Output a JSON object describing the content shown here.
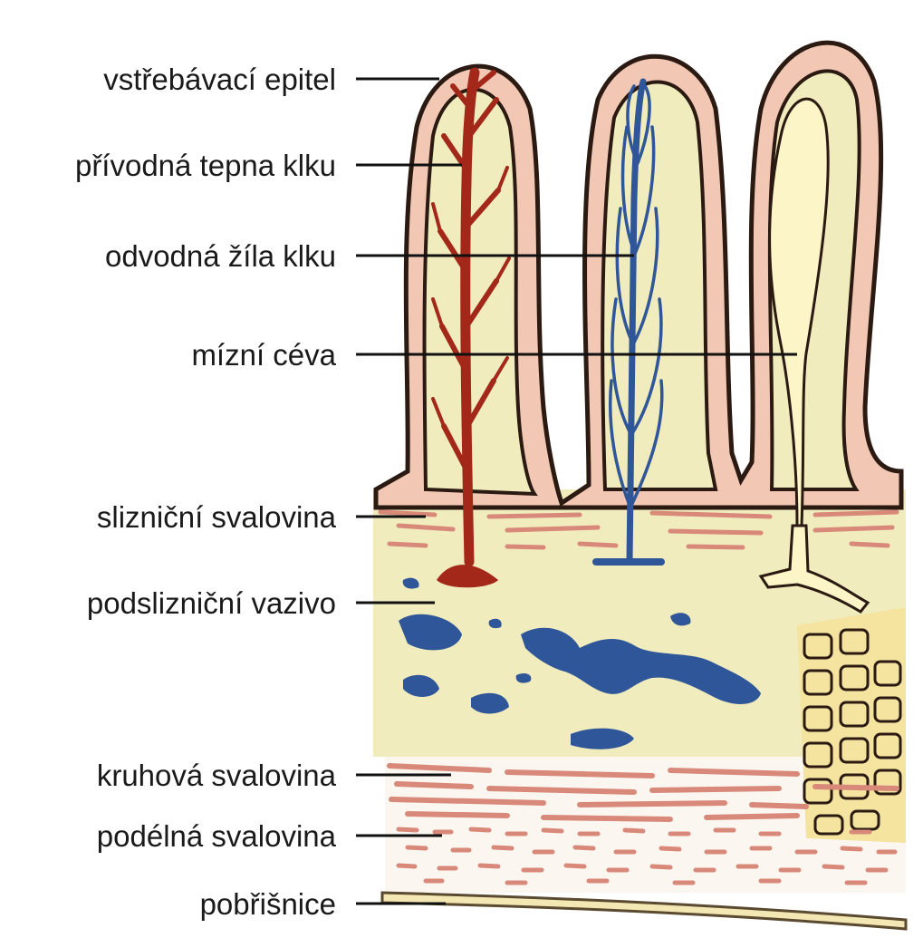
{
  "labels": [
    {
      "id": "absorptive-epithelium",
      "text": "vstřebávací epitel"
    },
    {
      "id": "villus-artery",
      "text": "přívodná tepna klku"
    },
    {
      "id": "villus-vein",
      "text": "odvodná žíla klku"
    },
    {
      "id": "lymph-vessel",
      "text": "mízní céva"
    },
    {
      "id": "muscularis-mucosae",
      "text": "slizniční svalovina"
    },
    {
      "id": "submucosa",
      "text": "podslizniční vazivo"
    },
    {
      "id": "circular-muscle",
      "text": "kruhová svalovina"
    },
    {
      "id": "longitudinal-muscle",
      "text": "podélná svalovina"
    },
    {
      "id": "serosa",
      "text": "pobřišnice"
    }
  ],
  "colors": {
    "tissue": "#f1ecbd",
    "epithelium": "#f2c7b4",
    "outline": "#2b1a12",
    "artery": "#a3281a",
    "vein": "#2f5699",
    "lymph": "#fbf5c8",
    "muscle": "#d98979",
    "leader": "#111111"
  }
}
